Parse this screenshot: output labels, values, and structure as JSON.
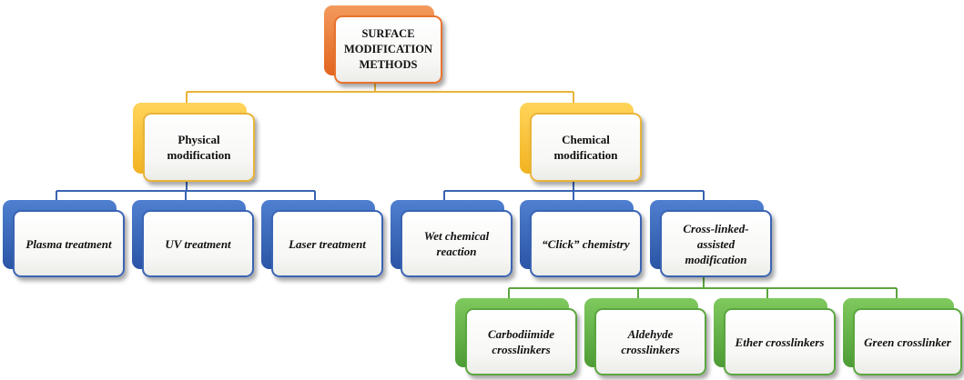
{
  "diagram": {
    "root": {
      "label": "SURFACE\nMODIFICATION\nMETHODS",
      "color": "#e2651f"
    },
    "level1": [
      {
        "label": "Physical\nmodification",
        "color": "#f2b321"
      },
      {
        "label": "Chemical\nmodification",
        "color": "#f2b321"
      }
    ],
    "physical_methods": [
      {
        "label": "Plasma  treatment"
      },
      {
        "label": "UV treatment"
      },
      {
        "label": "Laser treatment"
      }
    ],
    "chemical_methods": [
      {
        "label": "Wet chemical\nreaction"
      },
      {
        "label": "“Click” chemistry"
      },
      {
        "label": "Cross-linked-\nassisted\nmodification"
      }
    ],
    "crosslinkers": [
      {
        "label": "Carbodiimide\ncrosslinkers"
      },
      {
        "label": "Aldehyde\ncrosslinkers"
      },
      {
        "label": "Ether crosslinkers"
      },
      {
        "label": "Green crosslinker"
      }
    ],
    "colors": {
      "root": "#e2651f",
      "level1": "#f2b321",
      "methods": "#2b55a6",
      "crosslinkers": "#4e9c36",
      "connector_orange": "#e9b43a",
      "connector_blue": "#3a64b4",
      "connector_green": "#5aa63f"
    }
  }
}
